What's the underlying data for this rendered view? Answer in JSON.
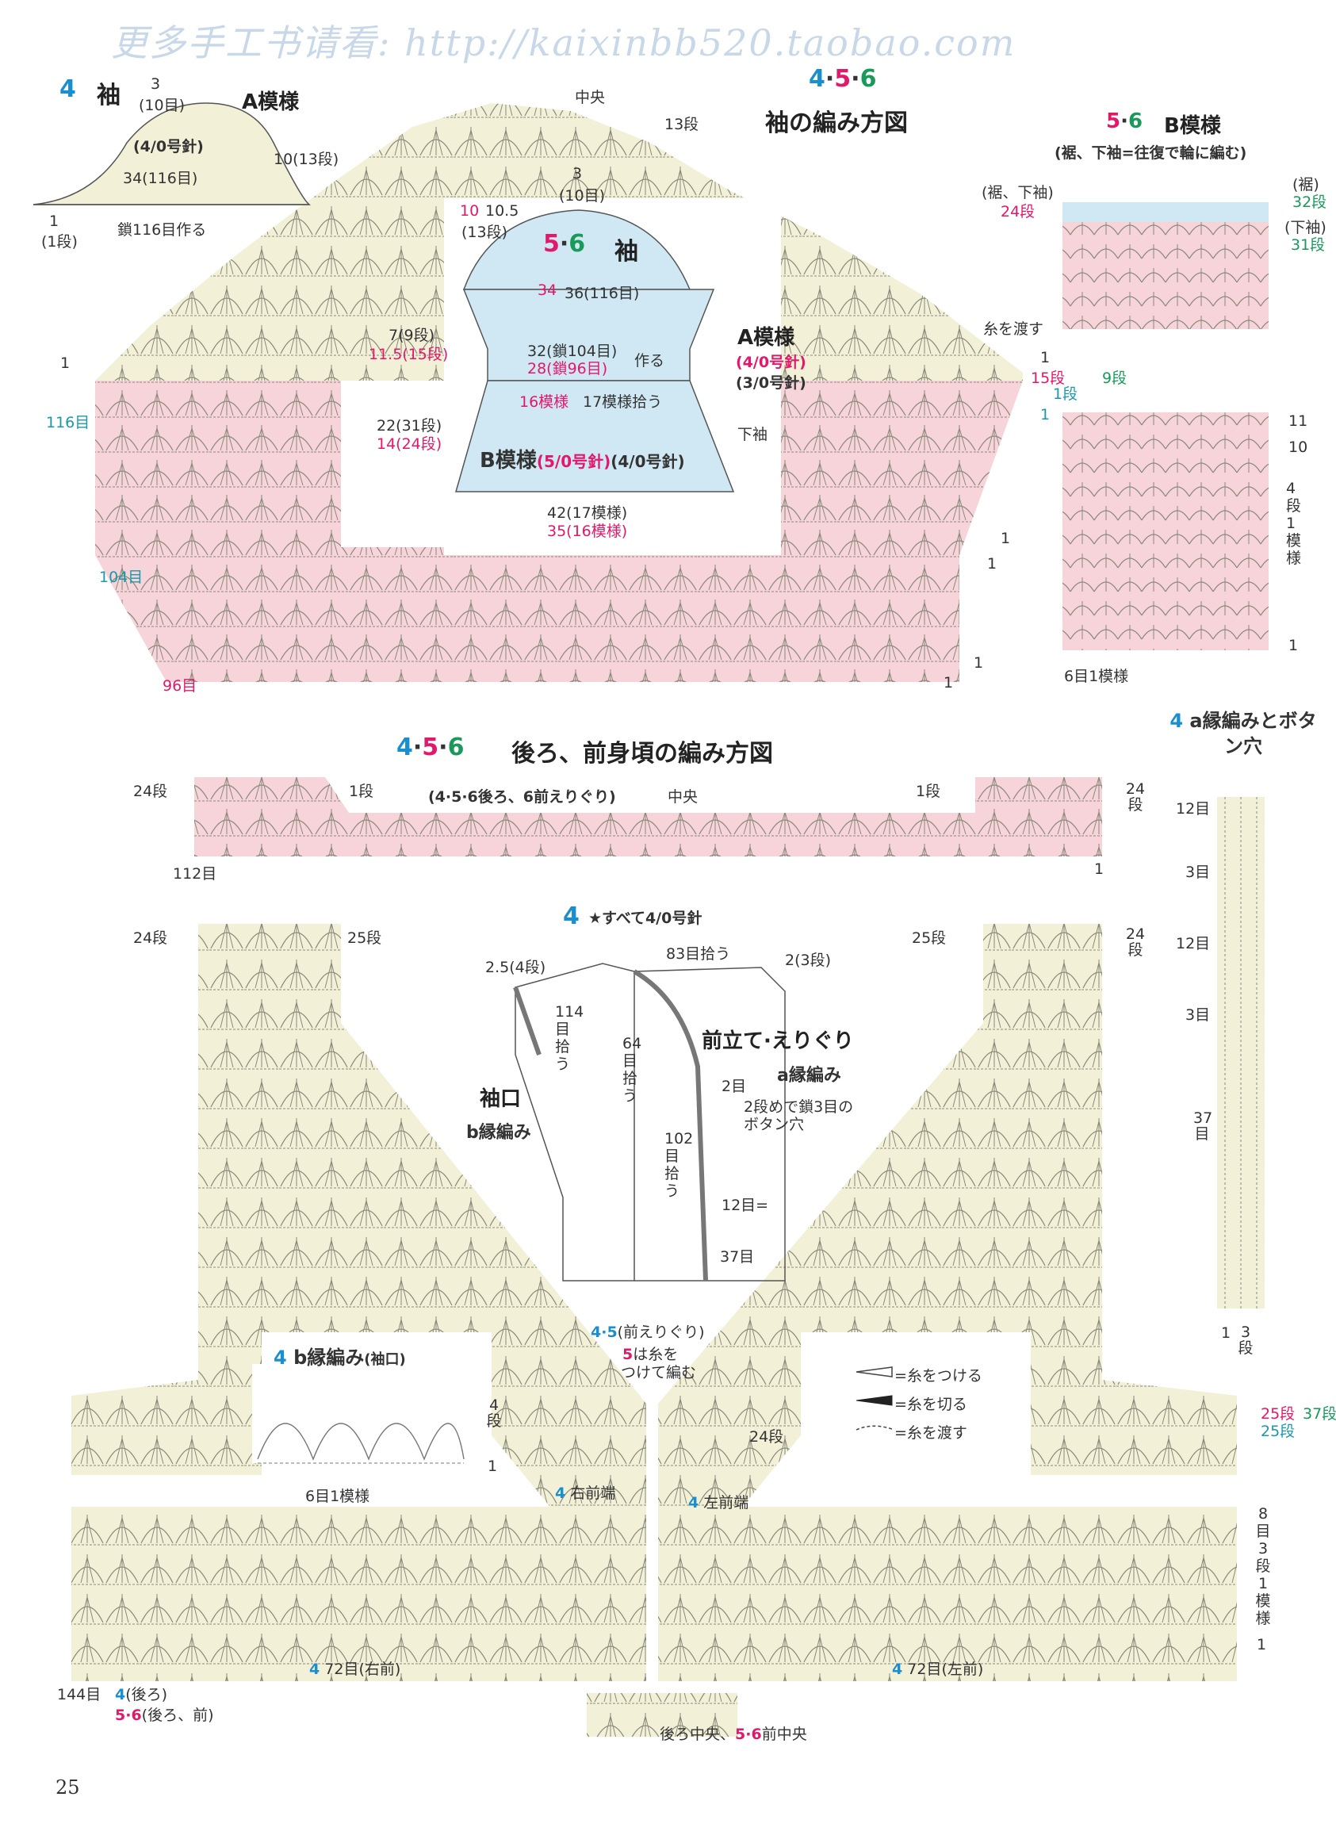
{
  "watermark": "更多手工书请看:  http://kaixinbb520.taobao.com",
  "page_number": "25",
  "colors": {
    "pink_fill": "#f7d3da",
    "cream_fill": "#f3f0d8",
    "blue_fill": "#cfe8f3",
    "chart_stroke": "#8a8a7a",
    "pink_text": "#e2186a",
    "blue_text": "#1a8fd0",
    "green_text": "#1a9a5a"
  },
  "sleeve4": {
    "num": "4",
    "title": "袖",
    "top": "3",
    "top_sub": "(10目)",
    "pattern": "A模様",
    "needle": "(4/0号針)",
    "width": "34(116目)",
    "height": "10(13段)",
    "chain": "鎖116目作る",
    "row1": "1",
    "row1_sub": "(1段)"
  },
  "sleeve_chart": {
    "nums": [
      "4",
      "5",
      "6"
    ],
    "title": "袖の編み方図",
    "center": "中央",
    "r13": "13段",
    "l116": "116目",
    "l104": "104目",
    "l96": "96目",
    "one": "1",
    "pass_yarn": "糸を渡す",
    "r15": "15段",
    "r9": "9段",
    "r1dan": "1段"
  },
  "sleeve56": {
    "top": "3",
    "top_sub": "(10目)",
    "h1a": "10",
    "h1b": "10.5",
    "h1c": "(13段)",
    "nums": [
      "5",
      "6"
    ],
    "title": "袖",
    "w1a": "34",
    "w1b": "36(116目)",
    "h2a": "7(9段)",
    "h2b": "11.5(15段)",
    "a_pattern": "A模様",
    "needle_a1": "(4/0号針)",
    "needle_a2": "(3/0号針)",
    "mid1": "32(鎖104目)",
    "mid2": "28(鎖96目)",
    "make": "作る",
    "pick16": "16模様",
    "pick17": "17模様拾う",
    "h3a": "22(31段)",
    "h3b": "14(24段)",
    "lower": "下袖",
    "b_pattern": "B模様",
    "needle_b1": "(5/0号針)",
    "needle_b2": "(4/0号針)",
    "w2a": "42(17模様)",
    "w2b": "35(16模様)"
  },
  "b_pattern": {
    "nums": [
      "5",
      "6"
    ],
    "title": "B模様",
    "sub": "(裾、下袖=往復で輪に編む)",
    "left_lbl": "(裾、下袖)",
    "left_lbl2": "24段",
    "r_a": "(裾)",
    "r_b": "32段",
    "r_c": "(下袖)",
    "r_d": "31段",
    "r11": "11",
    "r10": "10",
    "rep": "4段1模様",
    "r1": "1",
    "stitch": "6目1模様"
  },
  "body_chart": {
    "nums": [
      "4",
      "5",
      "6"
    ],
    "title": "後ろ、前身頃の編み方図",
    "r24": "24段",
    "r1": "1段",
    "neck_note": "(4·5·6後ろ、6前えりぐり)",
    "center": "中央",
    "w112": "112目",
    "one": "1",
    "r25": "25段",
    "r24b": "24段",
    "neck45": "(前えりぐり)",
    "n45": "4·5",
    "n5": "5",
    "attach": "は糸を",
    "attach2": "つけて編む",
    "right_front": "右前端",
    "left_front": "左前端",
    "r25b": "25段",
    "r37": "37段",
    "r8": "8目3段1模様",
    "w144": "144目",
    "back4": "(後ろ)",
    "back56": "(後ろ、前)",
    "w72r": "72目(右前)",
    "w72l": "72目(左前)",
    "center_back": "後ろ中央、",
    "center_front": "前中央",
    "nums56": "5·6",
    "four": "4"
  },
  "front_diagram": {
    "num": "4",
    "note": "★すべて4/0号針",
    "pick83": "83目拾う",
    "w2": "2(3段)",
    "w25": "2.5(4段)",
    "pick114": "114目拾う",
    "pick64": "64目拾う",
    "pick102": "102目拾う",
    "placket": "前立て·えりぐり",
    "placket_a": "a縁編み",
    "cuff": "袖口",
    "cuff_b": "b縁編み",
    "e2": "2目",
    "btn": "2段めで鎖3目のボタン穴",
    "e12": "12目=",
    "e37": "37目"
  },
  "b_edging": {
    "num": "4",
    "title": "b縁編み",
    "sub": "(袖口)",
    "r4": "4段",
    "r1": "1",
    "stitch": "6目1模様"
  },
  "a_edging": {
    "num": "4",
    "title": "a縁編みとボタン穴",
    "e12a": "12目",
    "e3a": "3目",
    "e12b": "12目",
    "e3b": "3目",
    "e37": "37目",
    "c1": "1",
    "c3": "3段"
  },
  "legend": {
    "attach": "=糸をつける",
    "cut": "=糸を切る",
    "pass": "=糸を渡す"
  }
}
